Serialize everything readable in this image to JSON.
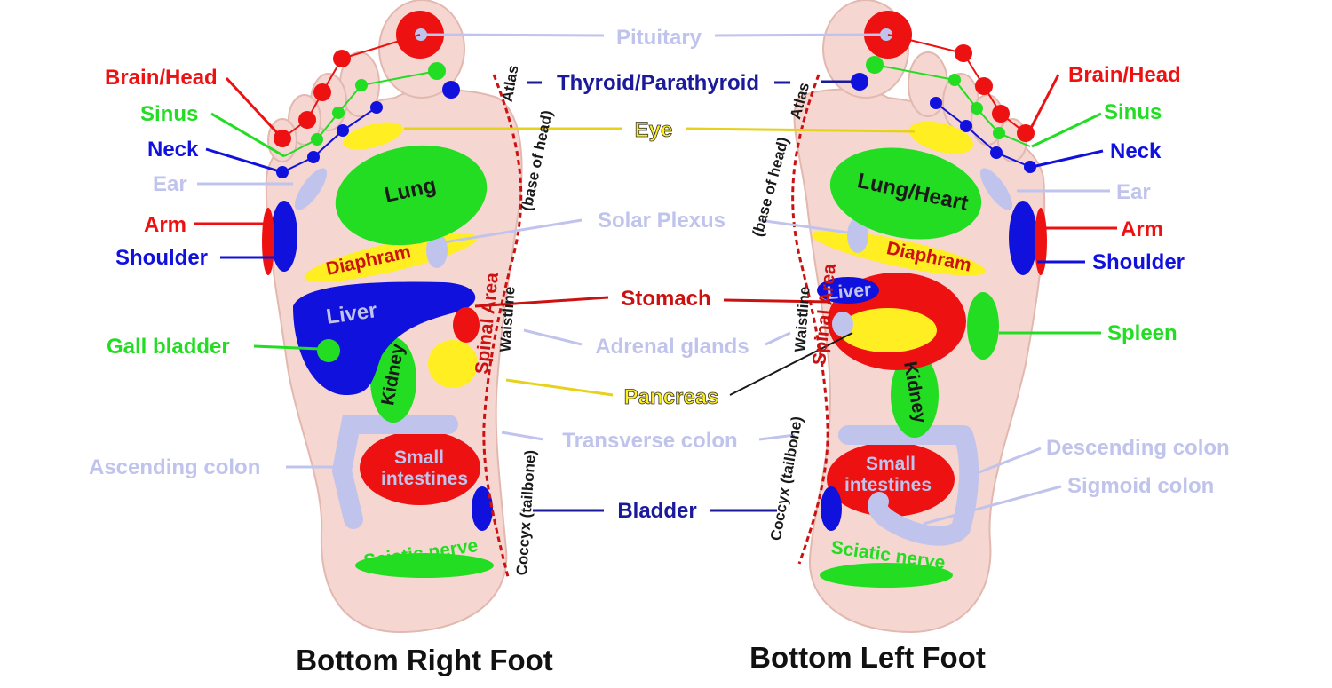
{
  "colors": {
    "red": "#ee1111",
    "green": "#22dd22",
    "blue": "#1111dd",
    "lavender": "#c0c4ec",
    "yellow": "#ffee22",
    "darkred": "#cc1111",
    "navy": "#1a1a9a",
    "skin": "#f5d6d0"
  },
  "labels": {
    "pituitary": "Pituitary",
    "thyroid": "Thyroid/Parathyroid",
    "eye": "Eye",
    "solar_plexus": "Solar Plexus",
    "stomach": "Stomach",
    "adrenal": "Adrenal glands",
    "pancreas": "Pancreas",
    "transverse_colon": "Transverse colon",
    "bladder": "Bladder",
    "brain_head_r": "Brain/Head",
    "sinus_r": "Sinus",
    "neck_r": "Neck",
    "ear_r": "Ear",
    "arm_r": "Arm",
    "shoulder_r": "Shoulder",
    "gall_bladder": "Gall bladder",
    "ascending_colon": "Ascending colon",
    "brain_head_l": "Brain/Head",
    "sinus_l": "Sinus",
    "neck_l": "Neck",
    "ear_l": "Ear",
    "arm_l": "Arm",
    "shoulder_l": "Shoulder",
    "spleen": "Spleen",
    "descending_colon": "Descending colon",
    "sigmoid_colon": "Sigmoid colon",
    "lung": "Lung",
    "lung_heart": "Lung/Heart",
    "diaphram_r": "Diaphram",
    "diaphram_l": "Diaphram",
    "liver_r": "Liver",
    "liver_l": "Liver",
    "kidney_r": "Kidney",
    "kidney_l": "Kidney",
    "small_int_1": "Small",
    "small_int_2": "intestines",
    "sciatic_r": "Sciatic nerve",
    "sciatic_l": "Sciatic nerve",
    "spinal_r": "Spinal Area",
    "spinal_l": "Spinal Area",
    "atlas_r": "Atlas",
    "atlas_l": "Atlas",
    "base_head_r": "(base of head)",
    "base_head_l": "(base of head)",
    "waistline_r": "Waistline",
    "waistline_l": "Waistline",
    "coccyx_r": "Coccyx (tailbone)",
    "coccyx_l": "Coccyx (tailbone)",
    "title_right": "Bottom Right Foot",
    "title_left": "Bottom Left Foot"
  }
}
